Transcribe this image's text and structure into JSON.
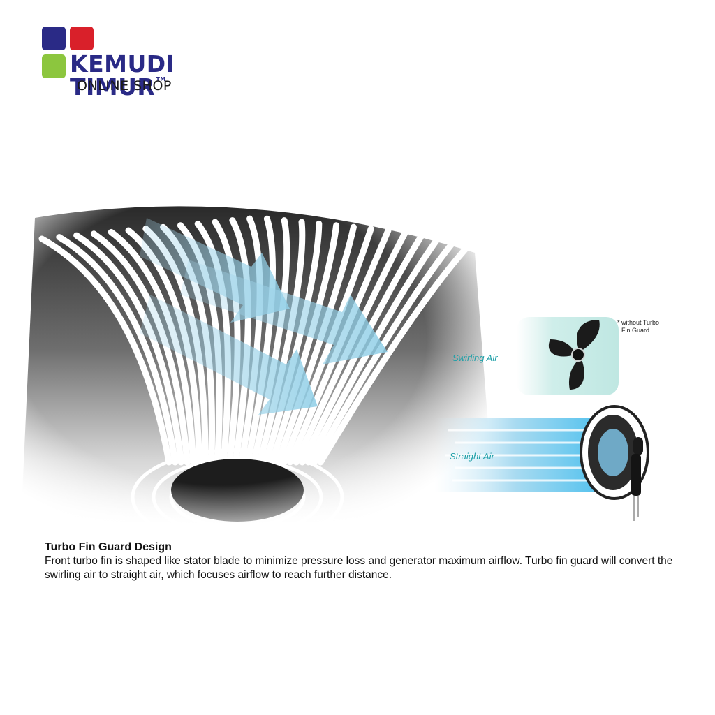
{
  "logo": {
    "brand": "KEMUDI TIMUR",
    "trademark": "TM",
    "subtitle": "ONLINE SHOP",
    "colors": {
      "blue": "#2a2a86",
      "red": "#d9202a",
      "green": "#8cc63e",
      "text": "#2a2a86"
    }
  },
  "labels": {
    "swirling": "Swirling Air",
    "straight": "Straight Air",
    "note_line1": "* without Turbo",
    "note_line2": "Fin Guard",
    "label_color": "#1fa0a8"
  },
  "caption": {
    "title": "Turbo Fin Guard Design",
    "body": "Front turbo fin is shaped like stator blade to minimize pressure loss and generator maximum airflow. Turbo fin guard will convert the swirling air to straight air, which focuses airflow to reach further distance."
  },
  "icons": {
    "hero": "turbo-fin-guard-closeup-image",
    "fan_blade": "fan-blade-icon",
    "fan": "wall-fan-image"
  }
}
